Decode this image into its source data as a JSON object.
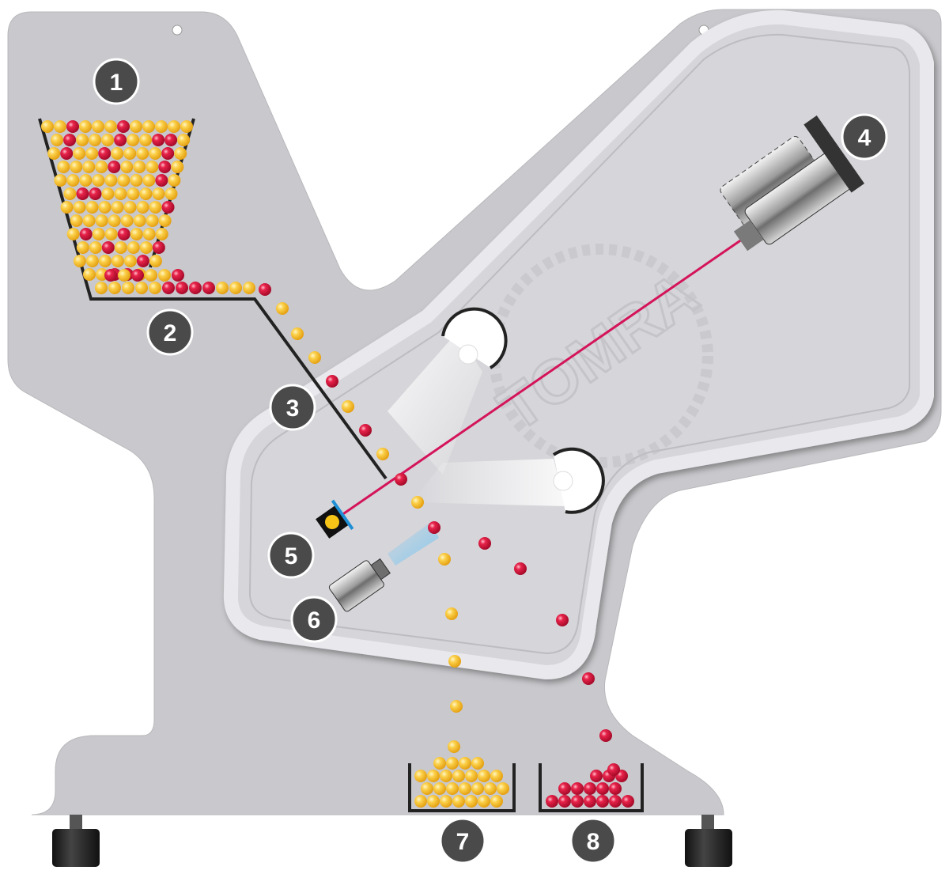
{
  "diagram": {
    "markers": [
      {
        "id": 1,
        "label": "1",
        "component": "hopper"
      },
      {
        "id": 2,
        "label": "2",
        "component": "vibratory-feeder"
      },
      {
        "id": 3,
        "label": "3",
        "component": "chute"
      },
      {
        "id": 4,
        "label": "4",
        "component": "laser-scanner"
      },
      {
        "id": 5,
        "label": "5",
        "component": "reflector-sensor"
      },
      {
        "id": 6,
        "label": "6",
        "component": "camera"
      },
      {
        "id": 7,
        "label": "7",
        "component": "accept-bin"
      },
      {
        "id": 8,
        "label": "8",
        "component": "reject-bin"
      }
    ],
    "watermark_text": "TOMRA",
    "colors": {
      "machine_body": "#c9c8cc",
      "marker_fill": "#4a4a4a",
      "good_product": "#f6b81c",
      "reject_product": "#d6103a",
      "laser": "#d4145a",
      "sensor_blue": "#1f8fd6",
      "steel": "#8c8c8c"
    },
    "icons": [
      "laser-scanner-icon",
      "camera-icon",
      "reflector-icon",
      "support-foot-icon"
    ]
  }
}
